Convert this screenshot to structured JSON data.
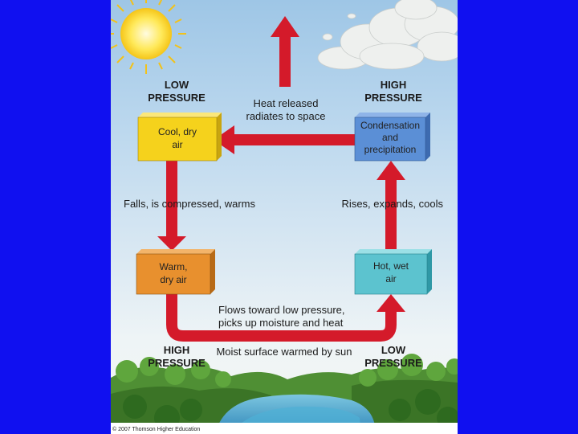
{
  "labels": {
    "low_pressure_top_1": "LOW",
    "low_pressure_top_2": "PRESSURE",
    "high_pressure_top_1": "HIGH",
    "high_pressure_top_2": "PRESSURE",
    "high_pressure_bottom_1": "HIGH",
    "high_pressure_bottom_2": "PRESSURE",
    "low_pressure_bottom_1": "LOW",
    "low_pressure_bottom_2": "PRESSURE",
    "heat_released_1": "Heat released",
    "heat_released_2": "radiates to space",
    "falls": "Falls, is compressed, warms",
    "rises": "Rises, expands, cools",
    "flows_1": "Flows toward low pressure,",
    "flows_2": "picks up moisture and heat",
    "moist_surface": "Moist surface warmed by sun",
    "credit": "© 2007 Thomson Higher Education"
  },
  "boxes": {
    "cool_dry": {
      "line1": "Cool, dry",
      "line2": "air",
      "color": "#f5d21c"
    },
    "condensation": {
      "line1": "Condensation",
      "line2": "and",
      "line3": "precipitation",
      "color": "#5b8fd6"
    },
    "warm_dry": {
      "line1": "Warm,",
      "line2": "dry air",
      "color": "#e8902e"
    },
    "hot_wet": {
      "line1": "Hot, wet",
      "line2": "air",
      "color": "#5cc3cf"
    }
  },
  "colors": {
    "background": "#1010f0",
    "arrow": "#d41a2a",
    "water": "#3fa0c8",
    "trees": "#3f7f2a"
  }
}
